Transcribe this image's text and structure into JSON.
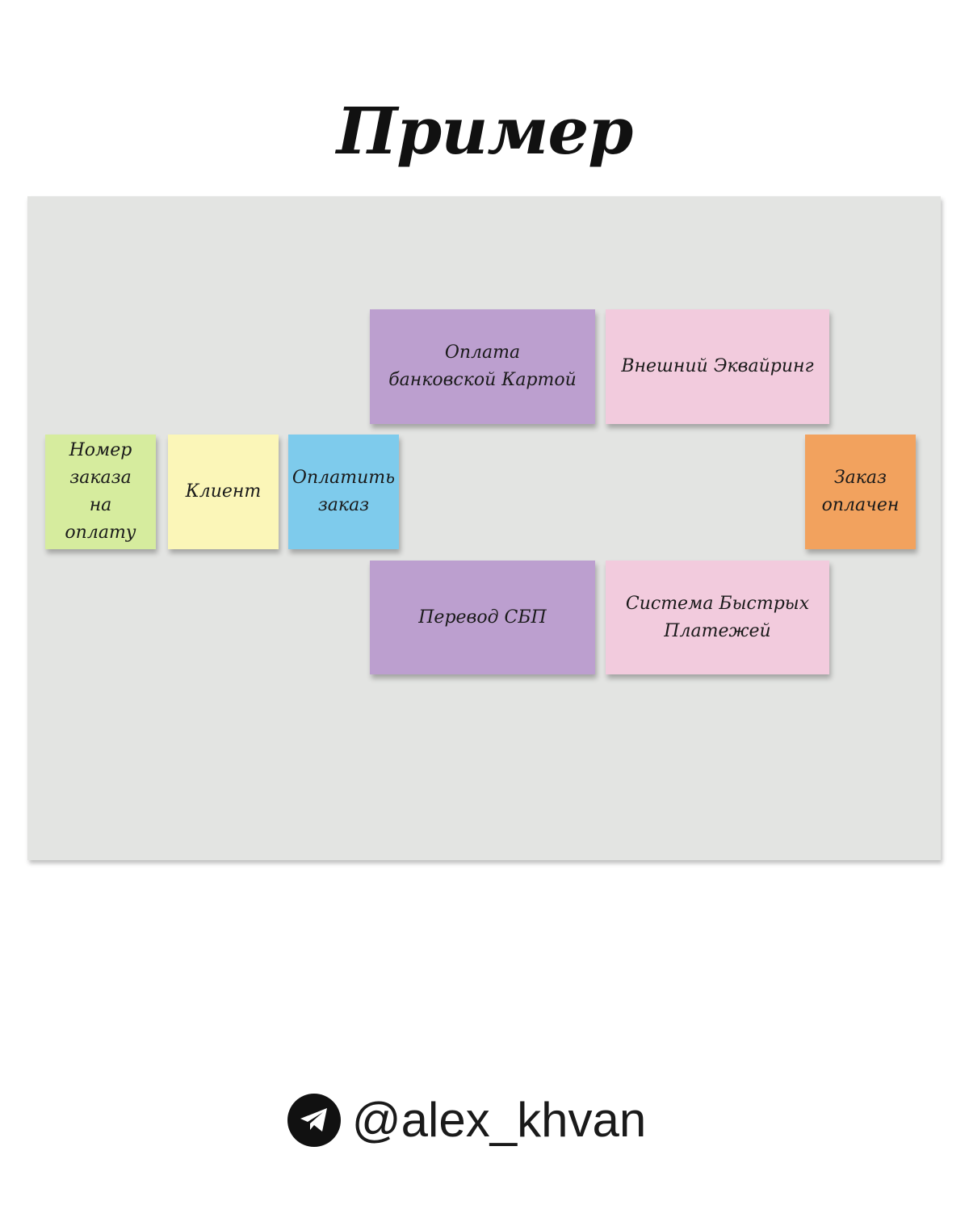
{
  "title": "Пример",
  "board": {
    "background": "#e3e4e2"
  },
  "stickies": [
    {
      "id": "order-number",
      "text": "Номер\nзаказа\nна оплату",
      "color": "#d6ec9e"
    },
    {
      "id": "client",
      "text": "Клиент",
      "color": "#fbf6b8"
    },
    {
      "id": "pay-order",
      "text": "Оплатить\nзаказ",
      "color": "#7ecbec"
    },
    {
      "id": "card-payment",
      "text": "Оплата\nбанковской Картой",
      "color": "#bc9fcf"
    },
    {
      "id": "external-acquiring",
      "text": "Внешний Эквайринг",
      "color": "#f2cbdd"
    },
    {
      "id": "sbp-transfer",
      "text": "Перевод СБП",
      "color": "#bc9fcf"
    },
    {
      "id": "fast-payments-system",
      "text": "Система Быстрых\nПлатежей",
      "color": "#f2cbdd"
    },
    {
      "id": "order-paid",
      "text": "Заказ\nоплачен",
      "color": "#f2a25e"
    }
  ],
  "footer": {
    "icon": "telegram-icon",
    "handle": "@alex_khvan"
  }
}
